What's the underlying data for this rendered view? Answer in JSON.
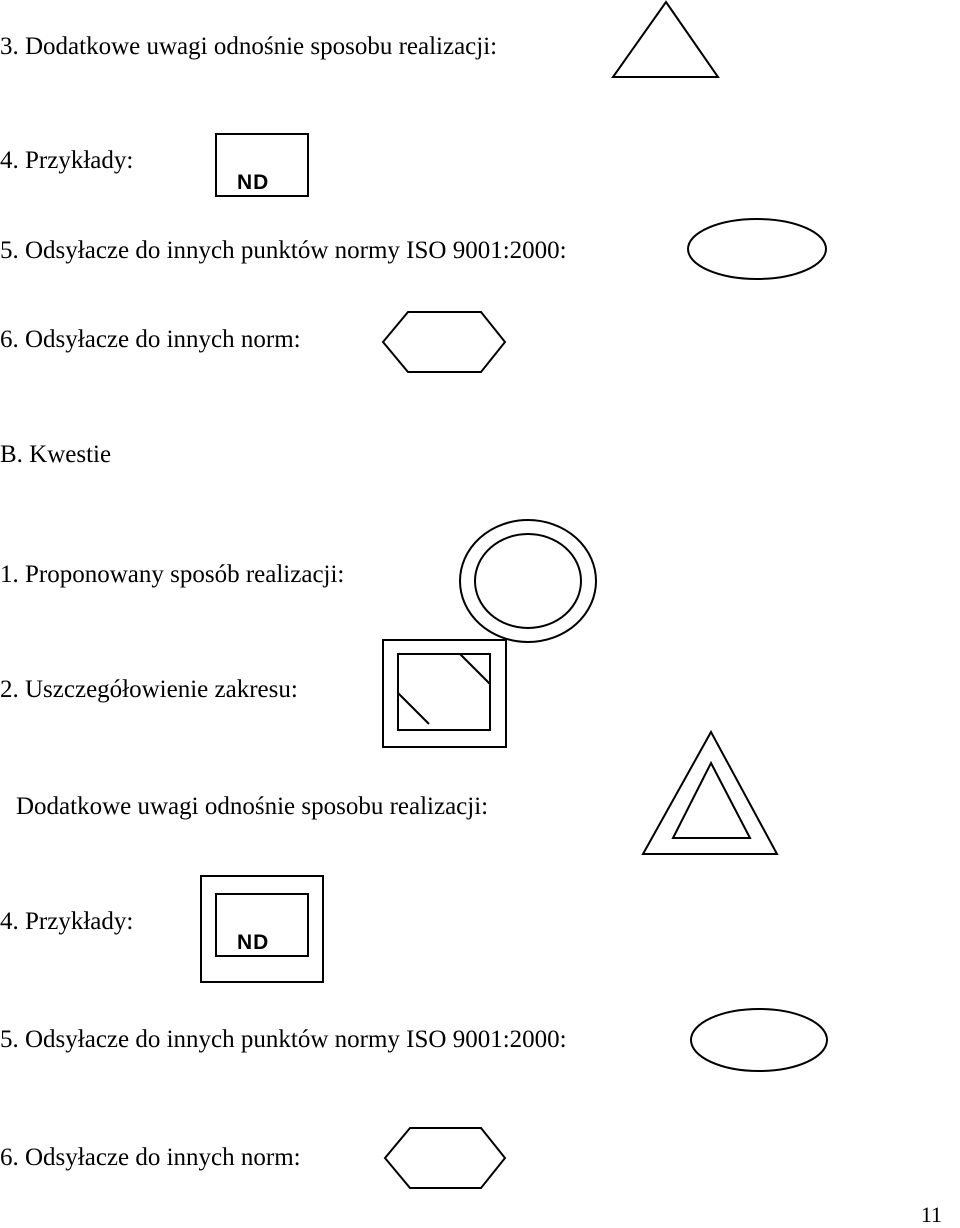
{
  "upper": {
    "item3": "3.  Dodatkowe uwagi odnośnie sposobu realizacji:",
    "item4": "4. Przykłady:",
    "item4_badge": "ND",
    "item5": "5. Odsyłacze do innych punktów normy ISO 9001:2000:",
    "item6": "6. Odsyłacze do innych norm:"
  },
  "section_b": {
    "heading": "B.  Kwestie",
    "item1": "1.  Proponowany sposób realizacji:",
    "item2": "2. Uszczegółowienie zakresu:",
    "item3": "Dodatkowe uwagi odnośnie sposobu realizacji:",
    "item4": "4. Przykłady:",
    "item4_badge": "ND",
    "item5": "5. Odsyłacze do innych punktów normy ISO 9001:2000:",
    "item6": "6. Odsyłacze do innych norm:"
  },
  "footer": {
    "page_number": "11"
  }
}
